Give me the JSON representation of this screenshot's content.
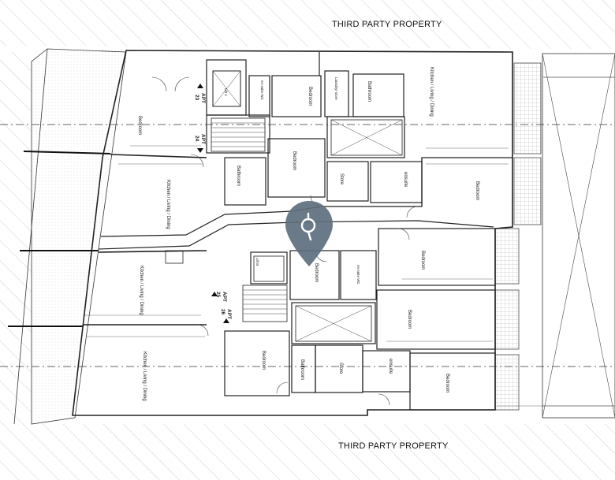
{
  "labels": {
    "third_party_top": "THIRD PARTY PROPERTY",
    "third_party_bottom": "THIRD PARTY PROPERTY"
  },
  "apartments": {
    "apt23": {
      "line1": "APT",
      "line2": "23"
    },
    "apt24": {
      "line1": "APT",
      "line2": "24"
    },
    "apt25": {
      "line1": "APT",
      "line2": "25"
    },
    "apt26": {
      "line1": "APT",
      "line2": "26"
    }
  },
  "rooms": {
    "bedroom": "Bedroom",
    "kitchen_living_dining": "Kitchen / Living / Dining",
    "bathroom": "Bathroom",
    "ensuite": "ensuite",
    "store": "Store",
    "laundry_store": "Laundry/ store",
    "lift_a": "Lift A",
    "lift_b": "Lift B",
    "ensuite_wc": "en-suite WC"
  },
  "icons": {
    "marker": "location-pin-icon"
  },
  "colors": {
    "line": "#222222",
    "hatch": "#b8b8b8",
    "marker": "#5f6f7e",
    "dash": "#333333"
  }
}
